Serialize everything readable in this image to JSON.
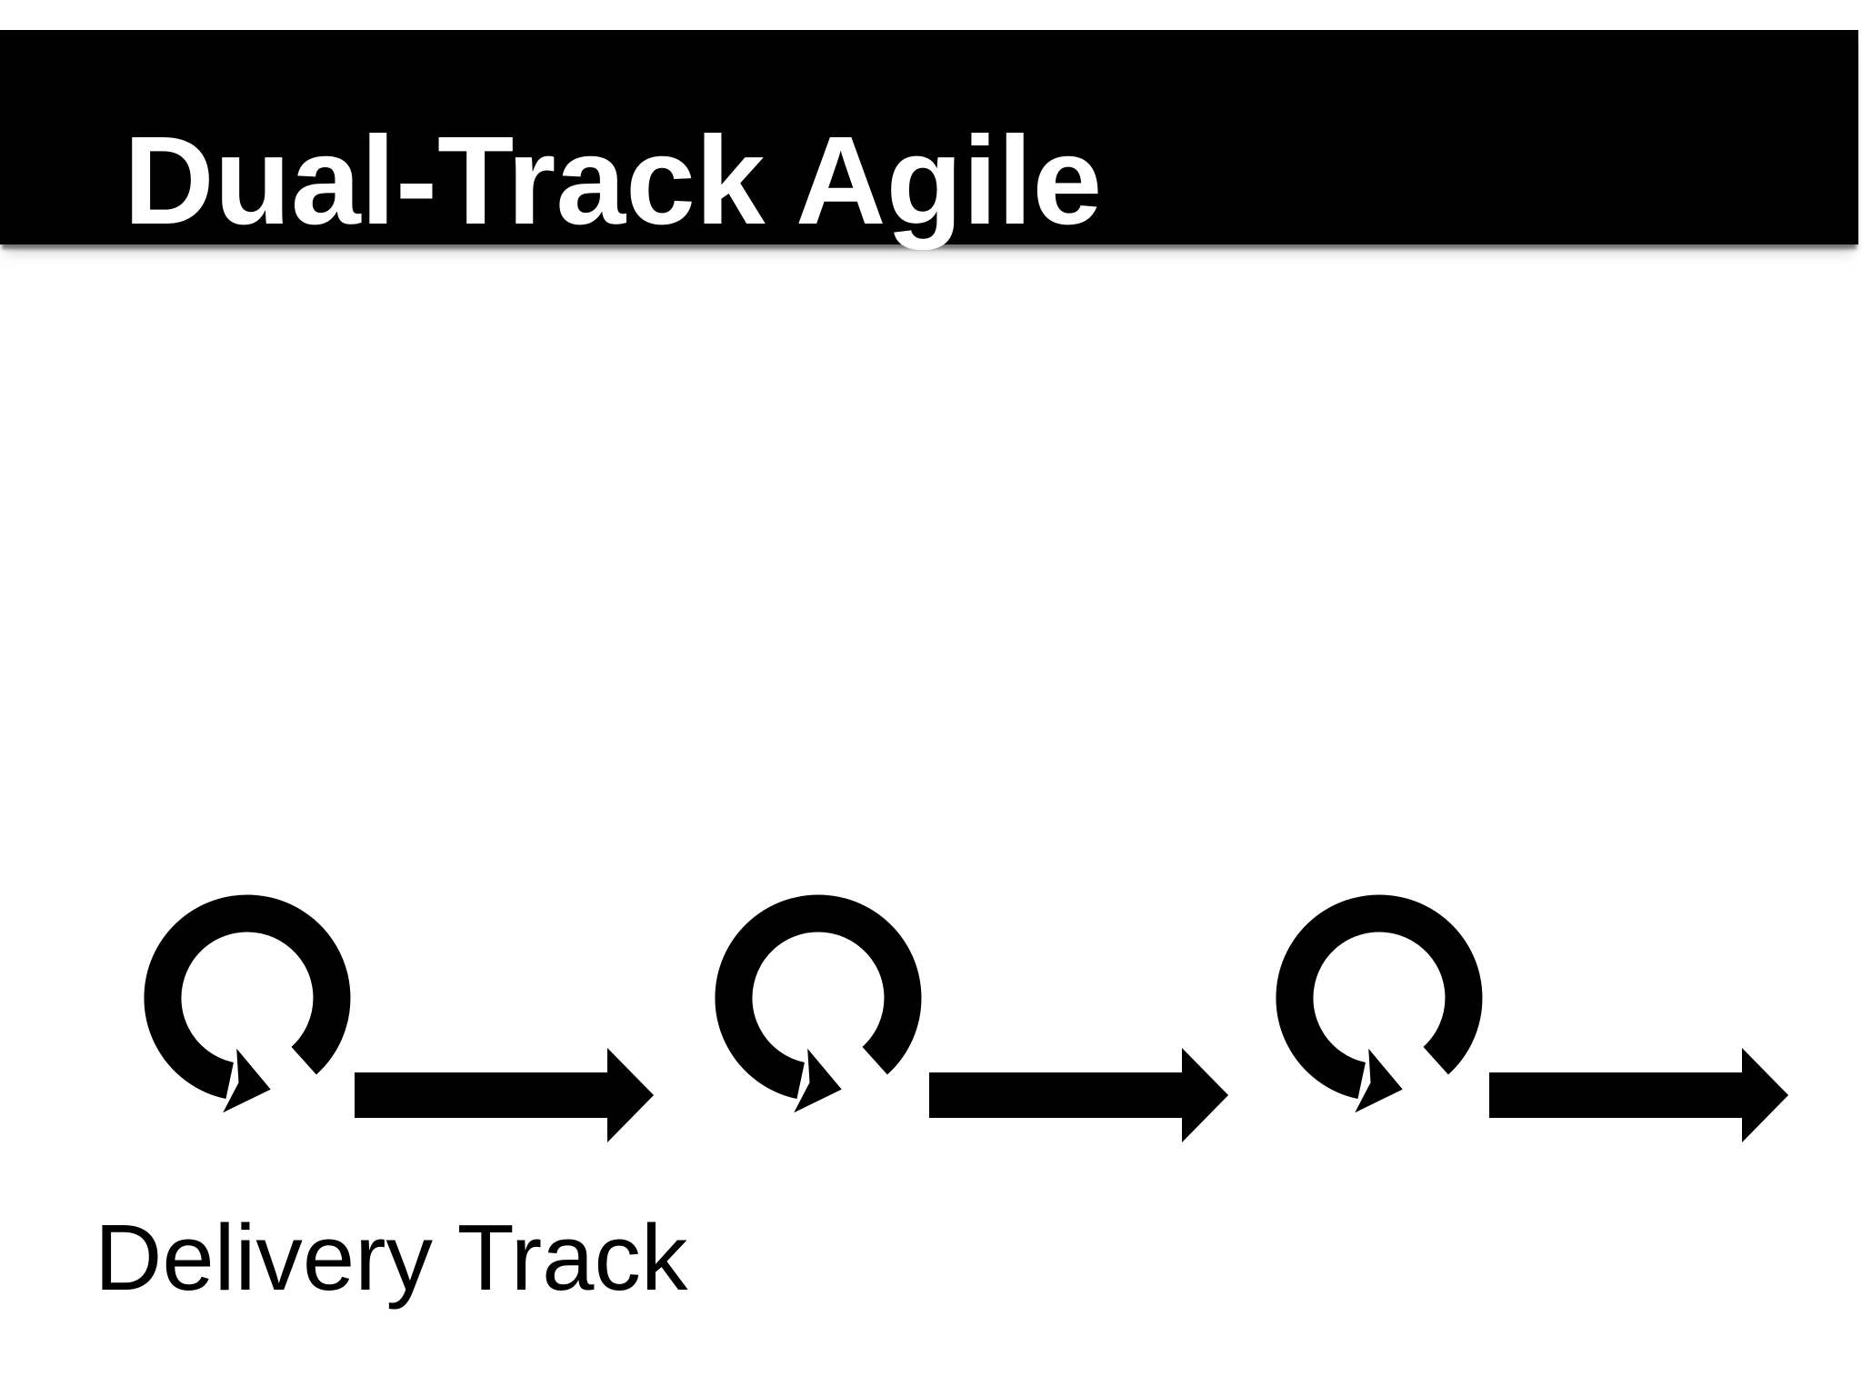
{
  "slide": {
    "title": "Dual-Track Agile",
    "colors": {
      "bar_background": "#000000",
      "bar_text": "#ffffff",
      "glyph": "#000000",
      "page_background": "#ffffff",
      "bar_shadow": "#999999"
    },
    "delivery_track": {
      "label": "Delivery Track",
      "sequence": [
        "iteration-loop",
        "forward-arrow",
        "iteration-loop",
        "forward-arrow",
        "iteration-loop",
        "forward-arrow"
      ],
      "loop_count": 3,
      "arrow_count": 3
    }
  }
}
